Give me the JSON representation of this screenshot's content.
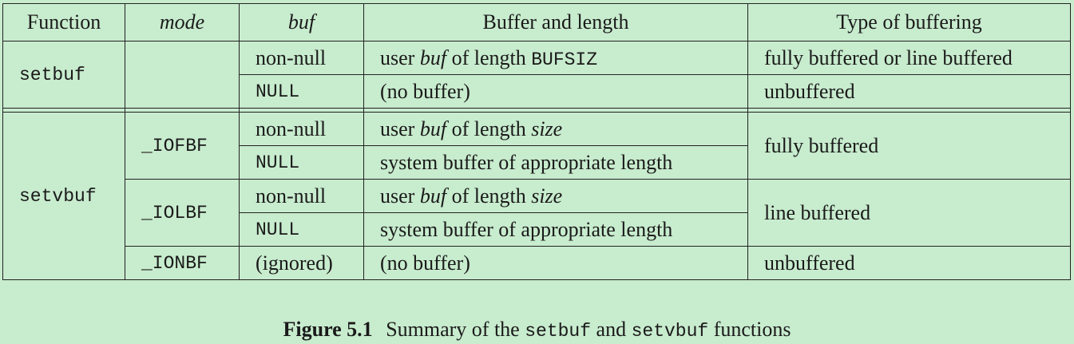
{
  "table": {
    "headers": {
      "function": "Function",
      "mode": "mode",
      "buf": "buf",
      "buffer_length": "Buffer and length",
      "type": "Type of buffering"
    },
    "setbuf": {
      "name": "setbuf",
      "row1": {
        "buf": "non-null",
        "buffer_pre": "user",
        "buffer_buf": "buf",
        "buffer_mid": "of length",
        "buffer_size": "BUFSIZ",
        "type": "fully buffered or line buffered"
      },
      "row2": {
        "buf": "NULL",
        "buffer": "(no buffer)",
        "type": "unbuffered"
      }
    },
    "setvbuf": {
      "name": "setvbuf",
      "iofbf": {
        "mode": "_IOFBF",
        "row1": {
          "buf": "non-null",
          "buffer_pre": "user",
          "buffer_buf": "buf",
          "buffer_mid": "of length",
          "buffer_size": "size"
        },
        "row2": {
          "buf": "NULL",
          "buffer": "system buffer of appropriate length"
        },
        "type": "fully buffered"
      },
      "iolbf": {
        "mode": "_IOLBF",
        "row1": {
          "buf": "non-null",
          "buffer_pre": "user",
          "buffer_buf": "buf",
          "buffer_mid": "of length",
          "buffer_size": "size"
        },
        "row2": {
          "buf": "NULL",
          "buffer": "system buffer of appropriate length"
        },
        "type": "line buffered"
      },
      "ionbf": {
        "mode": "_IONBF",
        "buf": "(ignored)",
        "buffer": "(no buffer)",
        "type": "unbuffered"
      }
    }
  },
  "caption": {
    "label": "Figure 5.1",
    "text_pre": "Summary of the",
    "fn1": "setbuf",
    "text_mid": "and",
    "fn2": "setvbuf",
    "text_post": "functions"
  }
}
